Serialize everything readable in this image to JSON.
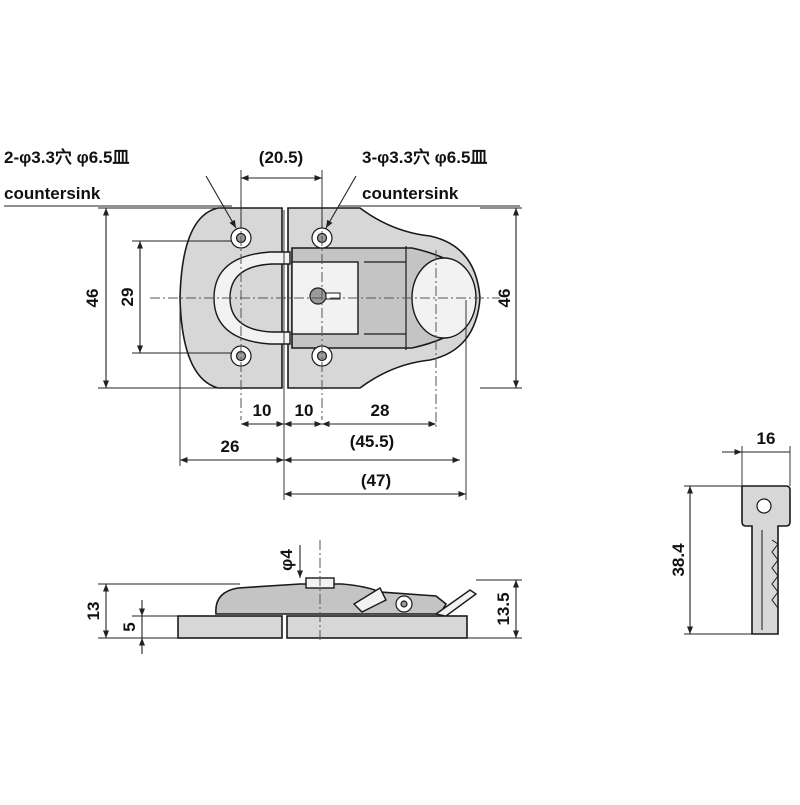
{
  "callouts": {
    "left_hole_spec": "2-φ3.3穴 φ6.5皿",
    "left_countersink": "countersink",
    "right_hole_spec": "3-φ3.3穴 φ6.5皿",
    "right_countersink": "countersink"
  },
  "top_view": {
    "dim_top_ref": "(20.5)",
    "dim_height_left": "46",
    "dim_height_inner": "29",
    "dim_height_right": "46",
    "dim_10_a": "10",
    "dim_10_b": "10",
    "dim_28": "28",
    "dim_26": "26",
    "dim_45_5": "(45.5)",
    "dim_47": "(47)"
  },
  "side_view": {
    "dim_phi4": "φ4",
    "dim_13": "13",
    "dim_5": "5",
    "dim_13_5": "13.5"
  },
  "key_view": {
    "dim_width": "16",
    "dim_length": "38.4"
  }
}
